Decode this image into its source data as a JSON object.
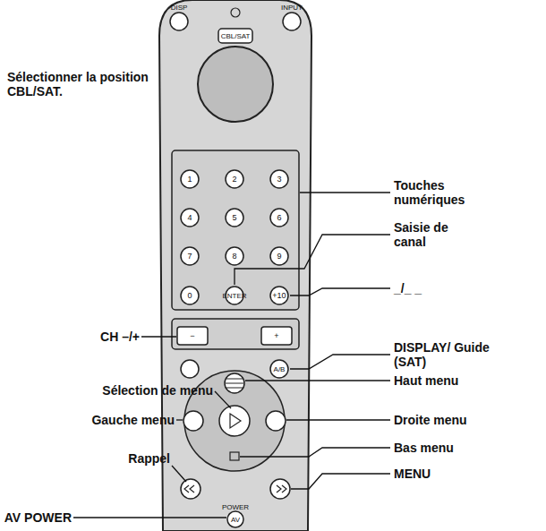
{
  "diagram": {
    "labels": [
      "Sélectionner la position CBL/SAT.",
      "Touches numériques",
      "Saisie de canal",
      "_/_ _",
      "CH –/+",
      "DISPLAY/ Guide (SAT)",
      "Sélection de menu",
      "Haut menu",
      "Gauche menu",
      "Droite menu",
      "Bas menu",
      "Rappel",
      "MENU",
      "AV POWER",
      "DISP",
      "INPUT",
      "CBL/SAT",
      "1",
      "2",
      "3",
      "4",
      "5",
      "6",
      "7",
      "8",
      "9",
      "0",
      "ENTER",
      "+10",
      "−",
      "+",
      "A/B",
      "AV",
      "POWER"
    ]
  }
}
